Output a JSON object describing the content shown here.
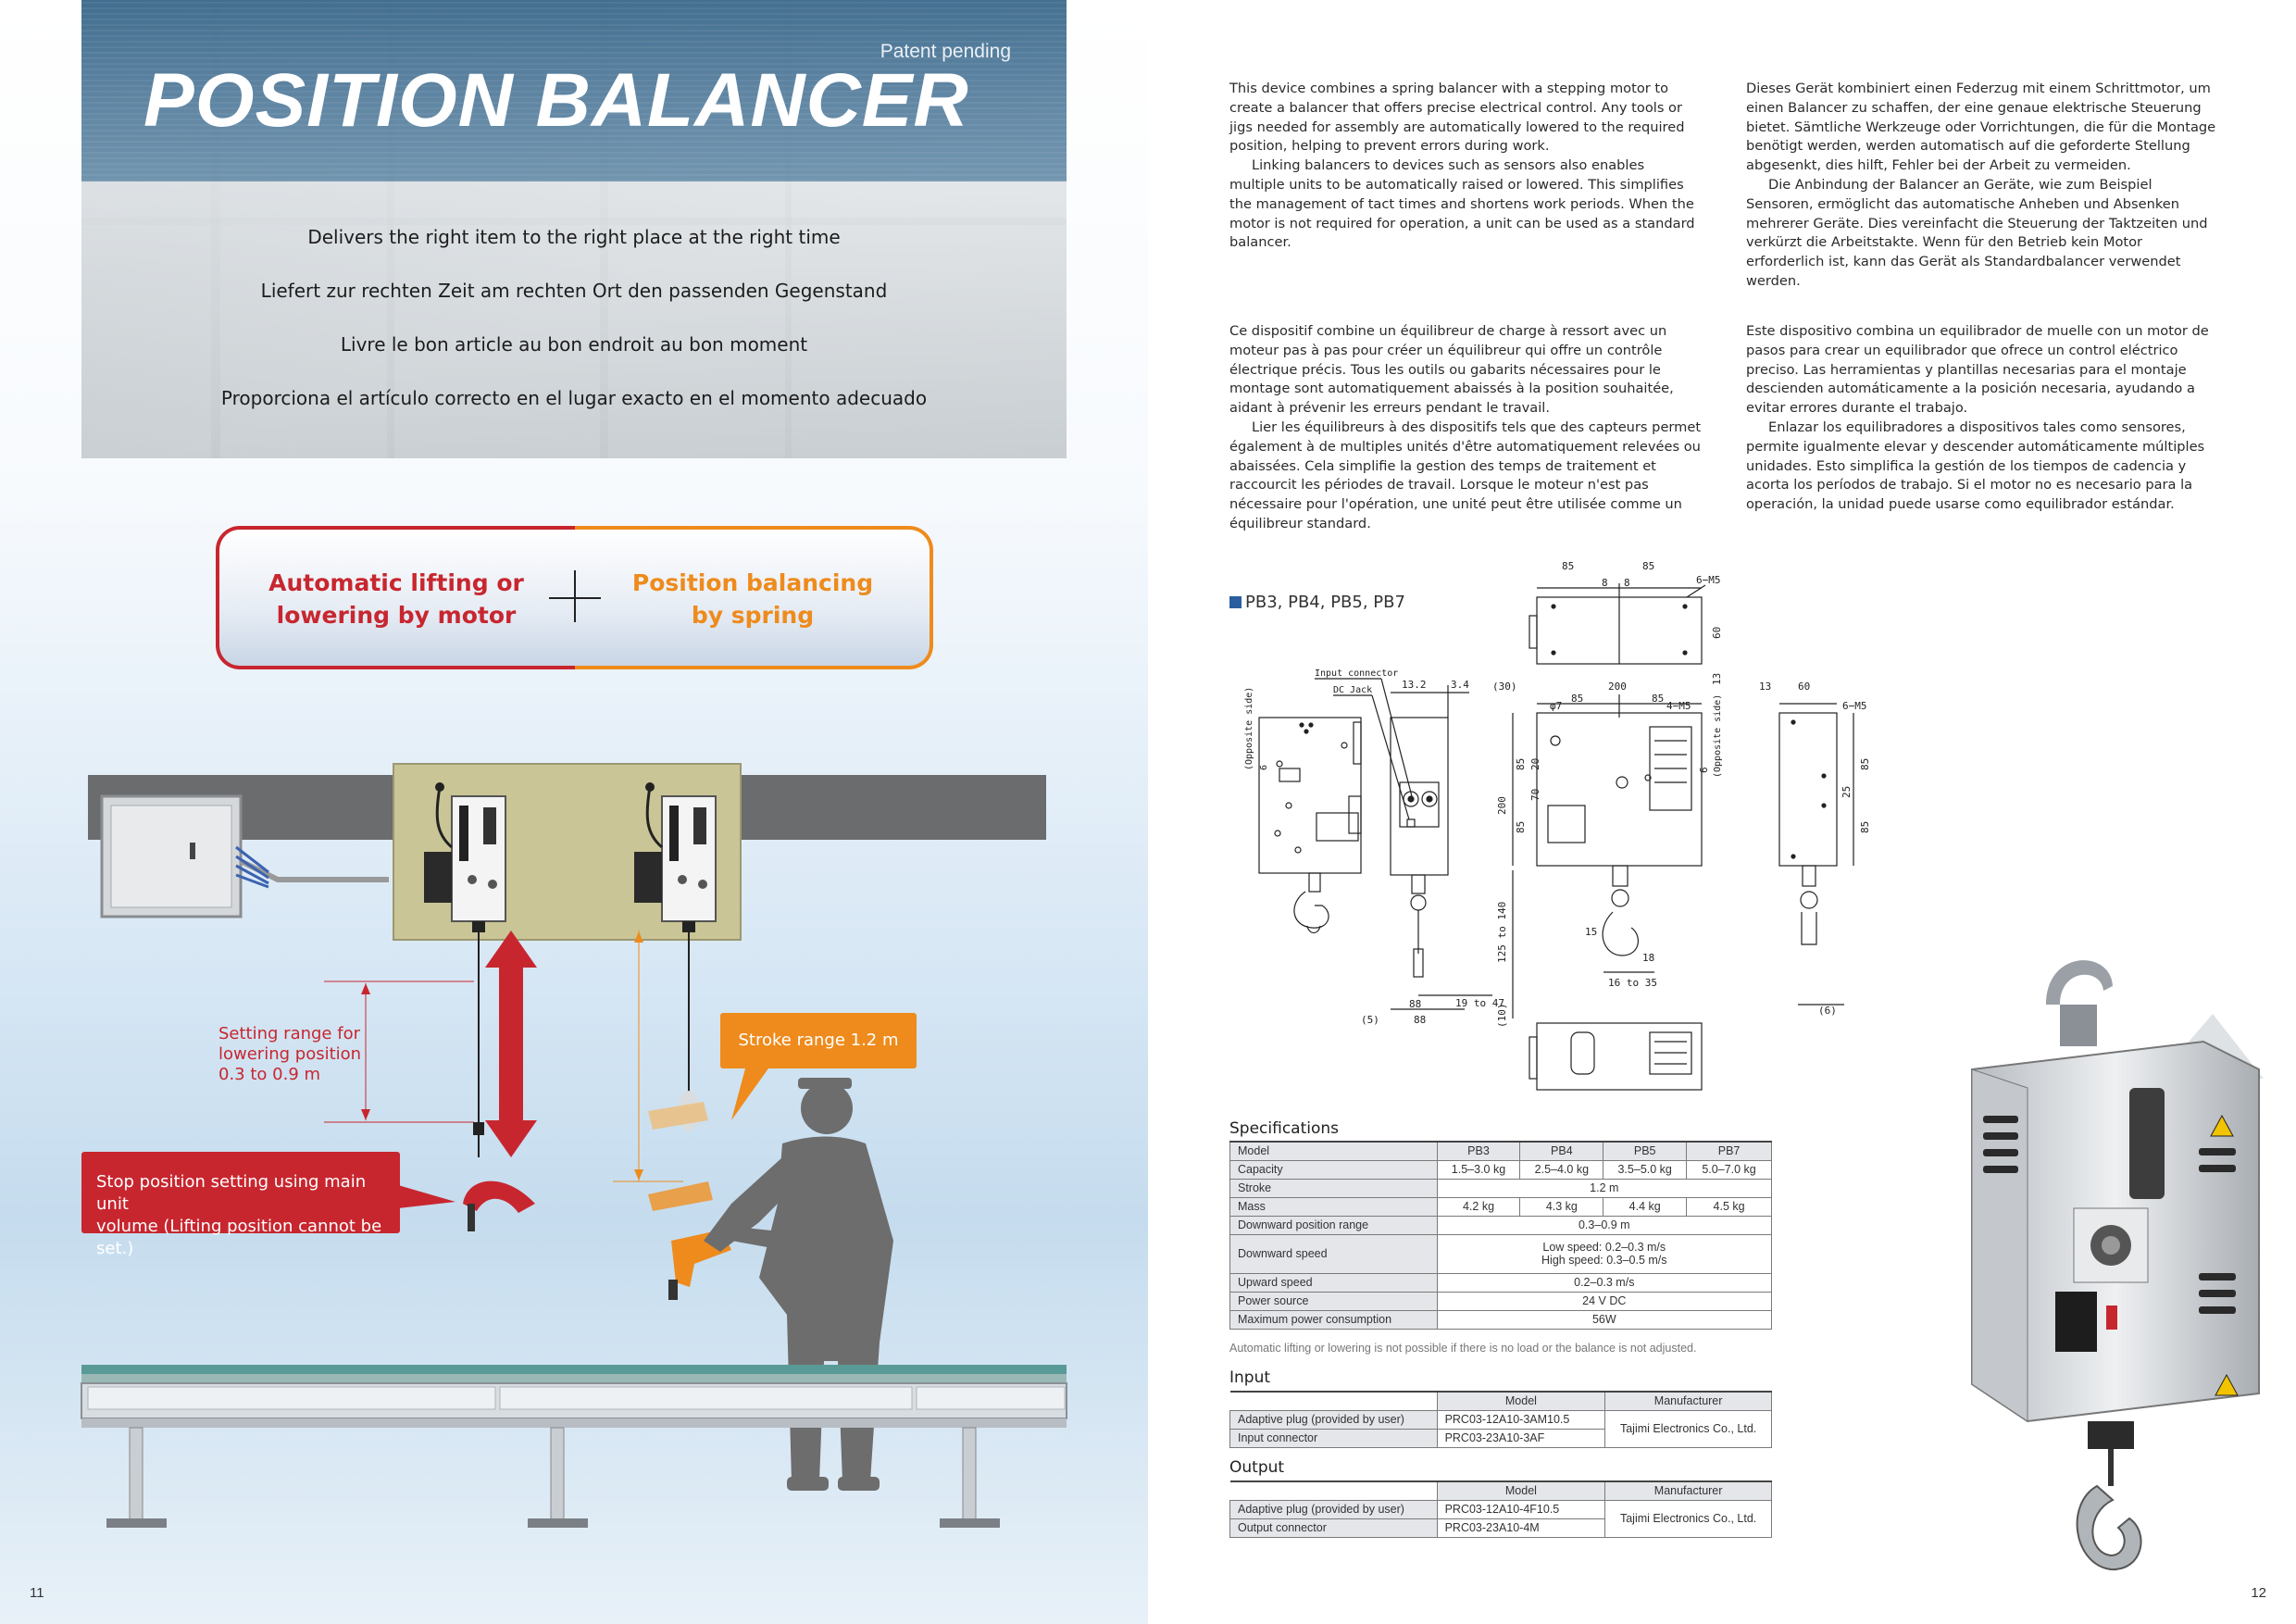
{
  "left": {
    "patent": "Patent pending",
    "title": "POSITION BALANCER",
    "taglines": [
      "Delivers the right item to the right place at the right time",
      "Liefert zur rechten Zeit am rechten Ort den passenden Gegenstand",
      "Livre le bon article au bon endroit au bon moment",
      "Proporciona el artículo correcto en el lugar exacto en el momento adecuado"
    ],
    "concept_left_1": "Automatic lifting or",
    "concept_left_2": "lowering by motor",
    "concept_right_1": "Position balancing",
    "concept_right_2": "by spring",
    "setting_range_1": "Setting range for",
    "setting_range_2": "lowering position",
    "setting_range_3": "0.3 to 0.9 m",
    "stop_callout_1": "Stop position setting using main unit",
    "stop_callout_2": "volume (Lifting position cannot be set.)",
    "stroke_callout": "Stroke range   1.2 m",
    "page_number": "11",
    "colors": {
      "red": "#c8262f",
      "orange": "#ee8b1c",
      "hero_blue": "#4a7597"
    }
  },
  "right": {
    "en": [
      "This device combines a spring balancer with a stepping motor to create a balancer that offers precise electrical control. Any tools or jigs needed for assembly are automatically lowered to the required position, helping to prevent errors during work.",
      "Linking balancers to devices such as sensors also enables multiple units to be automatically raised or lowered. This simplifies the management of tact times and shortens work periods. When the motor is not required for operation, a unit can be used as a standard balancer."
    ],
    "de": [
      "Dieses Gerät kombiniert einen Federzug mit einem Schrittmotor, um einen Balancer zu schaffen, der eine genaue elektrische Steuerung bietet. Sämtliche Werkzeuge oder Vorrichtungen, die für die Montage benötigt werden, werden automatisch auf die geforderte Stellung abgesenkt, dies hilft, Fehler bei der Arbeit zu vermeiden.",
      "Die Anbindung der Balancer an Geräte, wie zum Beispiel Sensoren, ermöglicht das automatische Anheben und Absenken mehrerer Geräte. Dies vereinfacht die Steuerung der Taktzeiten und verkürzt die Arbeitstakte. Wenn für den Betrieb kein Motor erforderlich ist, kann das Gerät als Standardbalancer verwendet werden."
    ],
    "fr": [
      "Ce dispositif combine un équilibreur de charge à ressort avec un moteur pas à pas pour créer un équilibreur qui offre un contrôle électrique précis. Tous les outils ou gabarits nécessaires pour le montage sont automatiquement abaissés à la position souhaitée, aidant à prévenir les erreurs pendant le travail.",
      "Lier les équilibreurs à des dispositifs tels que des capteurs permet également à de multiples unités d'être automatiquement relevées ou abaissées. Cela simplifie la gestion des temps de traitement et raccourcit les périodes de travail. Lorsque le moteur n'est pas nécessaire pour l'opération, une unité peut être utilisée comme un équilibreur standard."
    ],
    "es": [
      "Este dispositivo combina un equilibrador de muelle con un motor de pasos para crear un equilibrador que ofrece un control eléctrico preciso. Las herramientas y plantillas necesarias para el montaje descienden automáticamente a la posición necesaria, ayudando a evitar errores durante el trabajo.",
      "Enlazar los equilibradores a dispositivos tales como sensores, permite igualmente elevar y descender automáticamente múltiples unidades. Esto simplifica la gestión de los tiempos de cadencia y acorta los períodos de trabajo. Si el motor no es necesario para la operación, la unidad puede usarse como equilibrador estándar."
    ],
    "models_label": "PB3, PB4, PB5, PB7",
    "drawing": {
      "input_connector": "Input connector",
      "dc_jack": "DC Jack",
      "opposite_side": "(Opposite side)",
      "dims": {
        "d85a": "85",
        "d85b": "85",
        "d8a": "8",
        "d8b": "8",
        "m5a": "6−M5",
        "d60": "60",
        "d13a": "13",
        "d132": "13.2",
        "d34": "3.4",
        "d30": "(30)",
        "d200w": "200",
        "d85c": "85",
        "d85d": "85",
        "m5b": "4−M5",
        "d7": "φ7",
        "d85e": "85",
        "d20": "20",
        "d70": "70",
        "d6a": "6",
        "d200h": "200",
        "d85f": "85",
        "d13b": "13",
        "d60b": "60",
        "m5c": "6−M5",
        "d85g": "85",
        "d25": "25",
        "d85h": "85",
        "d6b": "6",
        "d125": "125 to 140",
        "d10": "(10)",
        "d15": "15",
        "d18": "18",
        "d1635": "16 to 35",
        "d1947": "19 to 47",
        "d5": "(5)",
        "d88": "88",
        "d6c": "(6)"
      }
    },
    "spec_title": "Specifications",
    "spec_header": [
      "Model",
      "PB3",
      "PB4",
      "PB5",
      "PB7"
    ],
    "spec": {
      "capacity_label": "Capacity",
      "capacity": [
        "1.5–3.0 kg",
        "2.5–4.0 kg",
        "3.5–5.0 kg",
        "5.0–7.0 kg"
      ],
      "stroke_label": "Stroke",
      "stroke": "1.2 m",
      "mass_label": "Mass",
      "mass": [
        "4.2 kg",
        "4.3 kg",
        "4.4 kg",
        "4.5 kg"
      ],
      "down_range_label": "Downward position range",
      "down_range": "0.3–0.9 m",
      "down_speed_label": "Downward speed",
      "down_speed_1": "Low speed: 0.2–0.3 m/s",
      "down_speed_2": "High speed: 0.3–0.5 m/s",
      "up_speed_label": "Upward speed",
      "up_speed": "0.2–0.3 m/s",
      "power_label": "Power source",
      "power": "24 V DC",
      "max_power_label": "Maximum power consumption",
      "max_power": "56W"
    },
    "spec_note": "Automatic lifting or lowering is not possible if there is no load or the balance is not adjusted.",
    "input_title": "Input",
    "output_title": "Output",
    "io_header_model": "Model",
    "io_header_manufacturer": "Manufacturer",
    "input_rows": [
      {
        "label": "Adaptive plug (provided by user)",
        "model": "PRC03-12A10-3AM10.5"
      },
      {
        "label": "Input connector",
        "model": "PRC03-23A10-3AF"
      }
    ],
    "input_manufacturer": "Tajimi Electronics Co., Ltd.",
    "output_rows": [
      {
        "label": "Adaptive plug (provided by user)",
        "model": "PRC03-12A10-4F10.5"
      },
      {
        "label": "Output connector",
        "model": "PRC03-23A10-4M"
      }
    ],
    "output_manufacturer": "Tajimi Electronics Co., Ltd.",
    "page_number": "12"
  }
}
